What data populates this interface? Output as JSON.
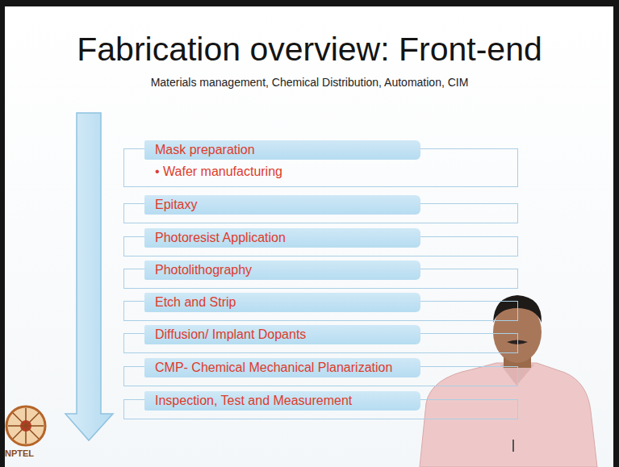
{
  "diagram": {
    "title": "Fabrication overview: Front-end",
    "nodes": [
      {
        "text": [
          "Mask preparation",
          "• Wafer manufacturing"
        ]
      },
      {
        "text": [
          "Epitaxy"
        ]
      },
      {
        "text": [
          "Photoresist Application"
        ]
      },
      {
        "text": [
          "Photolithography"
        ]
      },
      {
        "text": [
          "Etch and Strip"
        ]
      },
      {
        "text": [
          "Diffusion/ Implant Dopants"
        ]
      },
      {
        "text": [
          "CMP- Chemical Mechanical Planarization"
        ]
      },
      {
        "text": [
          "Inspection, Test and Measurement"
        ]
      }
    ],
    "labels": [
      "Materials management, Chemical Distribution, Automation, CIM",
      "NPTEL"
    ]
  }
}
